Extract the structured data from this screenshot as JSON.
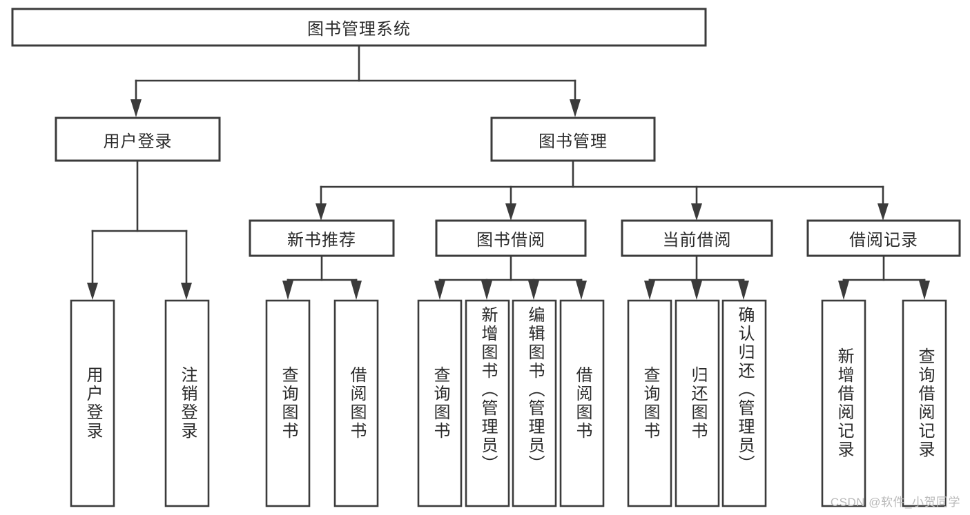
{
  "diagram": {
    "type": "tree",
    "title": "图书管理系统",
    "root": {
      "label": "图书管理系统"
    },
    "level2": [
      {
        "label": "用户登录"
      },
      {
        "label": "图书管理"
      }
    ],
    "level3": [
      {
        "label": "新书推荐"
      },
      {
        "label": "图书借阅"
      },
      {
        "label": "当前借阅"
      },
      {
        "label": "借阅记录"
      }
    ],
    "leaves": {
      "user_login": [
        {
          "label": "用户登录"
        },
        {
          "label": "注销登录"
        }
      ],
      "new_book_recommend": [
        {
          "label": "查询图书"
        },
        {
          "label": "借阅图书"
        }
      ],
      "book_borrow": [
        {
          "label": "查询图书"
        },
        {
          "label": "新增图书（管理员）"
        },
        {
          "label": "编辑图书（管理员）"
        },
        {
          "label": "借阅图书"
        }
      ],
      "current_borrow": [
        {
          "label": "查询图书"
        },
        {
          "label": "归还图书"
        },
        {
          "label": "确认归还（管理员）"
        }
      ],
      "borrow_record": [
        {
          "label": "新增借阅记录"
        },
        {
          "label": "查询借阅记录"
        }
      ]
    }
  },
  "watermark": {
    "text": "CSDN @软件_小贺同学"
  },
  "colors": {
    "stroke": "#3b3b3b",
    "fill": "#ffffff",
    "text": "#2b2b2b",
    "watermark": "#b9b9b9",
    "background": "#ffffff"
  }
}
